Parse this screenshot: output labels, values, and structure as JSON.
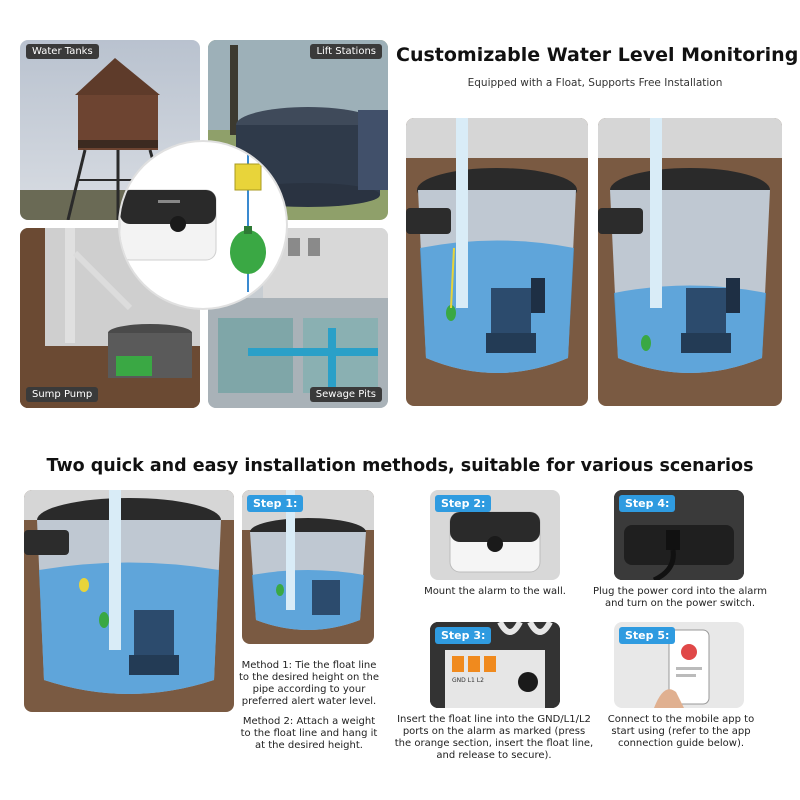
{
  "top": {
    "title": "Customizable Water Level Monitoring",
    "subtitle": "Equipped with a Float, Supports Free Installation",
    "scenes": {
      "water_tanks": "Water Tanks",
      "lift_stations": "Lift Stations",
      "sump_pump": "Sump Pump",
      "sewage_pits": "Sewage Pits"
    }
  },
  "bottom": {
    "title": "Two quick and easy installation methods, suitable for various scenarios",
    "method1": "Method 1: Tie the float line to the desired height on the pipe according to your preferred alert water level.",
    "method2": "Method 2: Attach a weight to the float line and hang it at the desired height.",
    "steps": [
      {
        "badge": "Step 1:"
      },
      {
        "badge": "Step 2:",
        "caption": "Mount the alarm to the wall."
      },
      {
        "badge": "Step 3:",
        "caption": "Insert the float line into the GND/L1/L2 ports on the alarm as marked (press the orange section, insert the float line, and release to secure)."
      },
      {
        "badge": "Step 4:",
        "caption": "Plug the power cord into the alarm and turn on the power switch."
      },
      {
        "badge": "Step 5:",
        "caption": "Connect to the mobile app to start using (refer to the app connection guide below)."
      }
    ],
    "port_labels": "GND L1 L2"
  },
  "colors": {
    "accent": "#2f9be0",
    "water": "#4e9fdc",
    "soil": "#6b4a33",
    "float_green": "#3aa844",
    "float_yellow": "#e8d43a"
  }
}
